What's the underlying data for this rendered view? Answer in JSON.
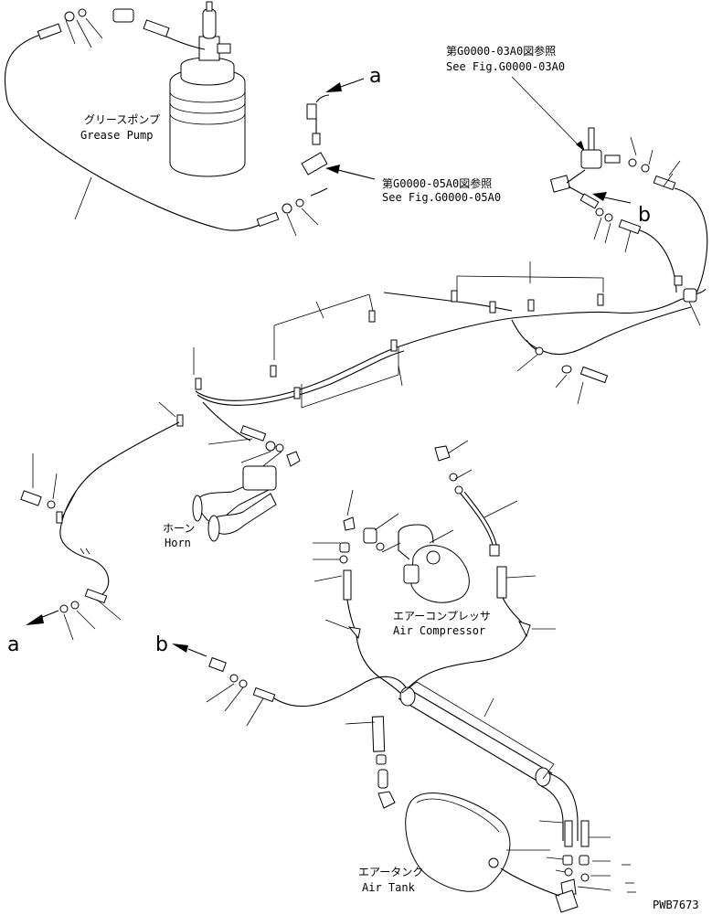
{
  "labels": {
    "grease_pump_jp": "グリースポンプ",
    "grease_pump_en": "Grease Pump",
    "ref1_jp": "第G0000-03A0図参照",
    "ref1_en": "See Fig.G0000-03A0",
    "ref2_jp": "第G0000-05A0図参照",
    "ref2_en": "See Fig.G0000-05A0",
    "horn_jp": "ホーン",
    "horn_en": "Horn",
    "compressor_jp": "エアーコンプレッサ",
    "compressor_en": "Air Compressor",
    "tank_jp": "エアータンク",
    "tank_en": "Air Tank",
    "drawing_no": "PWB7673"
  },
  "connection_markers": {
    "a_top": "a",
    "b_top": "b",
    "a_bottom": "a",
    "b_bottom": "b"
  }
}
